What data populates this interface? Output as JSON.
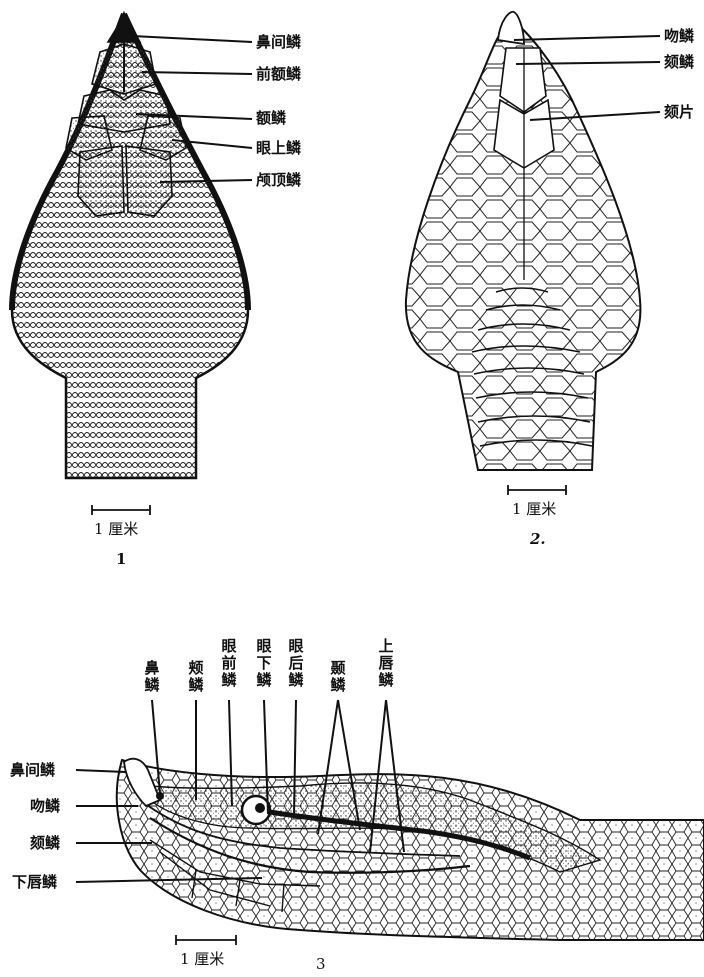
{
  "fig1": {
    "labels": [
      "鼻间鳞",
      "前额鳞",
      "额鳞",
      "眼上鳞",
      "颅顶鳞"
    ],
    "scale_label": "1 厘米",
    "number": "1"
  },
  "fig2": {
    "labels": [
      "吻鳞",
      "颏鳞",
      "颏片"
    ],
    "scale_label": "1 厘米",
    "number": "2."
  },
  "fig3": {
    "left_labels": [
      "鼻间鳞",
      "吻鳞",
      "颏鳞",
      "下唇鳞"
    ],
    "top_labels": [
      "鼻鳞",
      "颊鳞",
      "眼前鳞",
      "眼下鳞",
      "眼后鳞",
      "颞鳞",
      "上唇鳞"
    ],
    "scale_label": "1 厘米",
    "number": "3"
  }
}
